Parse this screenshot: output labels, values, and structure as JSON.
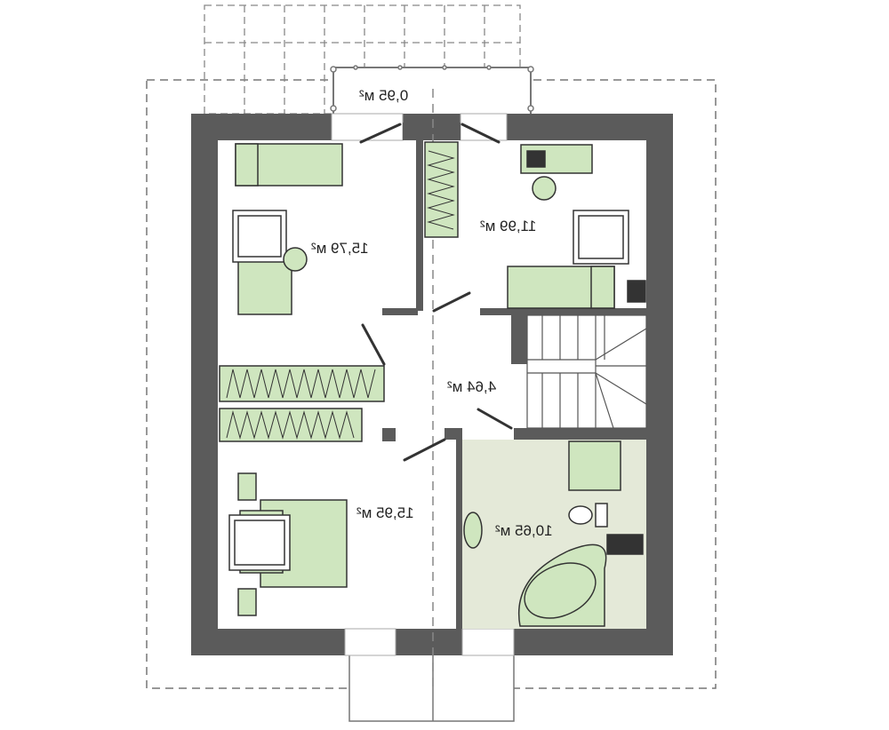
{
  "plan": {
    "colors": {
      "wall": "#5b5b5b",
      "furniture": "#cfe6bf",
      "bathroom": "#e4e9d8",
      "line": "#333333"
    },
    "rooms": [
      {
        "name": "balcony",
        "area": "0,95",
        "unit": "м²"
      },
      {
        "name": "bedroom-top-left",
        "area": "15,79",
        "unit": "м²"
      },
      {
        "name": "bedroom-top-right",
        "area": "11,99",
        "unit": "м²"
      },
      {
        "name": "hall",
        "area": "4,64",
        "unit": "м²"
      },
      {
        "name": "bedroom-bottom-left",
        "area": "15,95",
        "unit": "м²"
      },
      {
        "name": "bathroom",
        "area": "10,65",
        "unit": "м²"
      }
    ]
  }
}
